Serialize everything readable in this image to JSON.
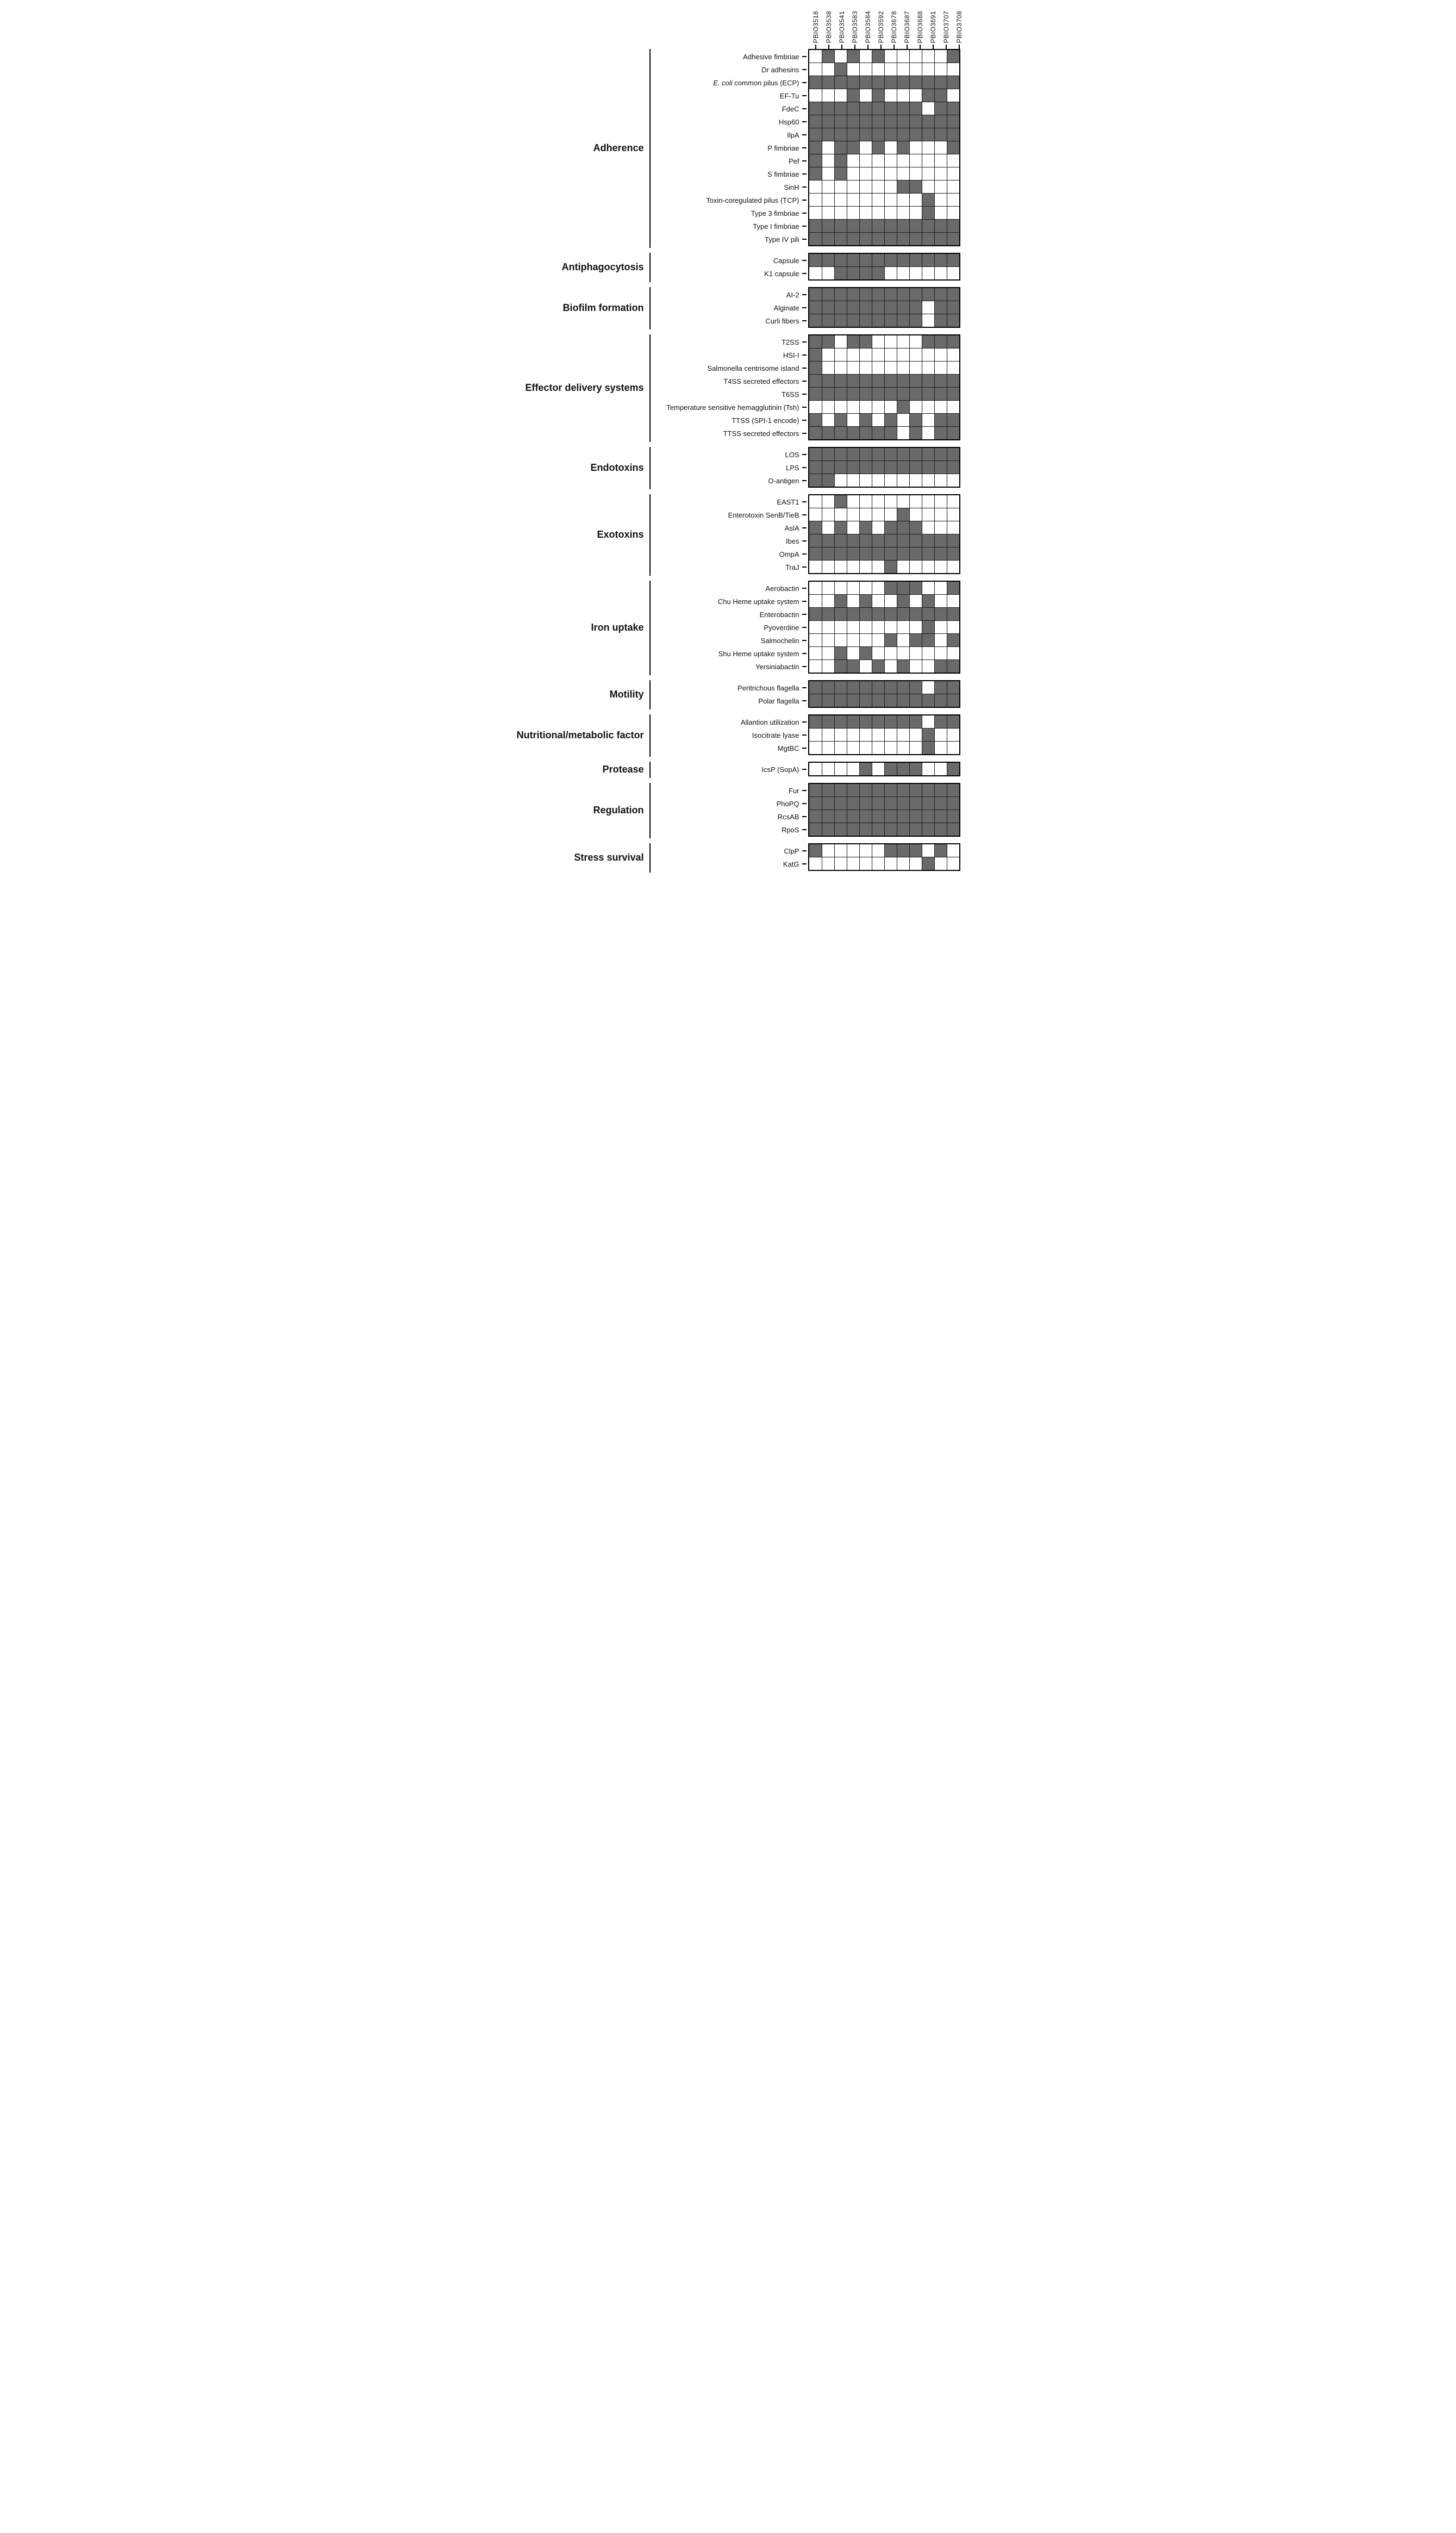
{
  "chart_data": {
    "type": "heatmap",
    "title": "",
    "legend": {
      "present_color": "#6a6a6a",
      "absent_color": "#ffffff"
    },
    "columns": [
      "PBIO3518",
      "PBIO3538",
      "PBIO3541",
      "PBIO3583",
      "PBIO3584",
      "PBIO3592",
      "PBIO3678",
      "PBIO3687",
      "PBIO3688",
      "PBIO3691",
      "PBIO3707",
      "PBIO3708"
    ],
    "categories": [
      {
        "name": "Adherence",
        "rows": [
          {
            "label": "Adhesive fimbriae",
            "values": [
              0,
              1,
              0,
              1,
              0,
              1,
              0,
              0,
              0,
              0,
              0,
              1
            ]
          },
          {
            "label": "Dr adhesins",
            "values": [
              0,
              0,
              1,
              0,
              0,
              0,
              0,
              0,
              0,
              0,
              0,
              0
            ]
          },
          {
            "label": "E. coli common pilus (ECP)",
            "italic_prefix": "E. coli",
            "values": [
              1,
              1,
              1,
              1,
              1,
              1,
              1,
              1,
              1,
              1,
              1,
              1
            ]
          },
          {
            "label": "EF-Tu",
            "values": [
              0,
              0,
              0,
              1,
              0,
              1,
              0,
              0,
              0,
              1,
              1,
              0
            ]
          },
          {
            "label": "FdeC",
            "values": [
              1,
              1,
              1,
              1,
              1,
              1,
              1,
              1,
              1,
              0,
              1,
              1
            ]
          },
          {
            "label": "Hsp60",
            "values": [
              1,
              1,
              1,
              1,
              1,
              1,
              1,
              1,
              1,
              1,
              1,
              1
            ]
          },
          {
            "label": "IlpA",
            "values": [
              1,
              1,
              1,
              1,
              1,
              1,
              1,
              1,
              1,
              1,
              1,
              1
            ]
          },
          {
            "label": "P fimbriae",
            "values": [
              1,
              0,
              1,
              1,
              0,
              1,
              0,
              1,
              0,
              0,
              0,
              1
            ]
          },
          {
            "label": "Pef",
            "values": [
              1,
              0,
              1,
              0,
              0,
              0,
              0,
              0,
              0,
              0,
              0,
              0
            ]
          },
          {
            "label": "S fimbriae",
            "values": [
              1,
              0,
              1,
              0,
              0,
              0,
              0,
              0,
              0,
              0,
              0,
              0
            ]
          },
          {
            "label": "SinH",
            "values": [
              0,
              0,
              0,
              0,
              0,
              0,
              0,
              1,
              1,
              0,
              0,
              0
            ]
          },
          {
            "label": "Toxin-coregulated pilus (TCP)",
            "values": [
              0,
              0,
              0,
              0,
              0,
              0,
              0,
              0,
              0,
              1,
              0,
              0
            ]
          },
          {
            "label": "Type 3 fimbriae",
            "values": [
              0,
              0,
              0,
              0,
              0,
              0,
              0,
              0,
              0,
              1,
              0,
              0
            ]
          },
          {
            "label": "Type I fimbriae",
            "values": [
              1,
              1,
              1,
              1,
              1,
              1,
              1,
              1,
              1,
              1,
              1,
              1
            ]
          },
          {
            "label": "Type IV pili",
            "values": [
              1,
              1,
              1,
              1,
              1,
              1,
              1,
              1,
              1,
              1,
              1,
              1
            ]
          }
        ]
      },
      {
        "name": "Antiphagocytosis",
        "rows": [
          {
            "label": "Capsule",
            "values": [
              1,
              1,
              1,
              1,
              1,
              1,
              1,
              1,
              1,
              1,
              1,
              1
            ]
          },
          {
            "label": "K1 capsule",
            "values": [
              0,
              0,
              1,
              1,
              1,
              1,
              0,
              0,
              0,
              0,
              0,
              0
            ]
          }
        ]
      },
      {
        "name": "Biofilm formation",
        "rows": [
          {
            "label": "AI-2",
            "values": [
              1,
              1,
              1,
              1,
              1,
              1,
              1,
              1,
              1,
              1,
              1,
              1
            ]
          },
          {
            "label": "Alginate",
            "values": [
              1,
              1,
              1,
              1,
              1,
              1,
              1,
              1,
              1,
              0,
              1,
              1
            ]
          },
          {
            "label": "Curli fibers",
            "values": [
              1,
              1,
              1,
              1,
              1,
              1,
              1,
              1,
              1,
              0,
              1,
              1
            ]
          }
        ]
      },
      {
        "name": "Effector delivery systems",
        "rows": [
          {
            "label": "T2SS",
            "values": [
              1,
              1,
              0,
              1,
              1,
              0,
              0,
              0,
              0,
              1,
              1,
              1
            ]
          },
          {
            "label": "HSI-I",
            "values": [
              1,
              0,
              0,
              0,
              0,
              0,
              0,
              0,
              0,
              0,
              0,
              0
            ]
          },
          {
            "label": "Salmonella centrisome island",
            "values": [
              1,
              0,
              0,
              0,
              0,
              0,
              0,
              0,
              0,
              0,
              0,
              0
            ]
          },
          {
            "label": "T4SS secreted effectors",
            "values": [
              1,
              1,
              1,
              1,
              1,
              1,
              1,
              1,
              1,
              1,
              1,
              1
            ]
          },
          {
            "label": "T6SS",
            "values": [
              1,
              1,
              1,
              1,
              1,
              1,
              1,
              1,
              1,
              1,
              1,
              1
            ]
          },
          {
            "label": "Temperature sensitive hemagglutinin (Tsh)",
            "values": [
              0,
              0,
              0,
              0,
              0,
              0,
              0,
              1,
              0,
              0,
              0,
              0
            ]
          },
          {
            "label": "TTSS (SPI-1 encode)",
            "values": [
              1,
              0,
              1,
              0,
              1,
              0,
              1,
              0,
              1,
              0,
              1,
              1
            ]
          },
          {
            "label": "TTSS secreted effectors",
            "values": [
              1,
              1,
              1,
              1,
              1,
              1,
              1,
              0,
              1,
              0,
              1,
              1
            ]
          }
        ]
      },
      {
        "name": "Endotoxins",
        "rows": [
          {
            "label": "LOS",
            "values": [
              1,
              1,
              1,
              1,
              1,
              1,
              1,
              1,
              1,
              1,
              1,
              1
            ]
          },
          {
            "label": "LPS",
            "values": [
              1,
              1,
              1,
              1,
              1,
              1,
              1,
              1,
              1,
              1,
              1,
              1
            ]
          },
          {
            "label": "O-antigen",
            "values": [
              1,
              1,
              0,
              0,
              0,
              0,
              0,
              0,
              0,
              0,
              0,
              0
            ]
          }
        ]
      },
      {
        "name": "Exotoxins",
        "rows": [
          {
            "label": "EAST1",
            "values": [
              0,
              0,
              1,
              0,
              0,
              0,
              0,
              0,
              0,
              0,
              0,
              0
            ]
          },
          {
            "label": "Enterotoxin SenB/TieB",
            "values": [
              0,
              0,
              0,
              0,
              0,
              0,
              0,
              1,
              0,
              0,
              0,
              0
            ]
          },
          {
            "label": "AslA",
            "values": [
              1,
              0,
              1,
              0,
              1,
              0,
              1,
              1,
              1,
              0,
              0,
              0
            ]
          },
          {
            "label": "Ibes",
            "values": [
              1,
              1,
              1,
              1,
              1,
              1,
              1,
              1,
              1,
              1,
              1,
              1
            ]
          },
          {
            "label": "OmpA",
            "values": [
              1,
              1,
              1,
              1,
              1,
              1,
              1,
              1,
              1,
              1,
              1,
              1
            ]
          },
          {
            "label": "TraJ",
            "values": [
              0,
              0,
              0,
              0,
              0,
              0,
              1,
              0,
              0,
              0,
              0,
              0
            ]
          }
        ]
      },
      {
        "name": "Iron uptake",
        "rows": [
          {
            "label": "Aerobactin",
            "values": [
              0,
              0,
              0,
              0,
              0,
              0,
              1,
              1,
              1,
              0,
              0,
              1
            ]
          },
          {
            "label": "Chu Heme uptake system",
            "values": [
              0,
              0,
              1,
              0,
              1,
              0,
              0,
              1,
              0,
              1,
              0,
              0
            ]
          },
          {
            "label": "Enterobactin",
            "values": [
              1,
              1,
              1,
              1,
              1,
              1,
              1,
              1,
              1,
              1,
              1,
              1
            ]
          },
          {
            "label": "Pyoverdine",
            "values": [
              0,
              0,
              0,
              0,
              0,
              0,
              0,
              0,
              0,
              1,
              0,
              0
            ]
          },
          {
            "label": "Salmochelin",
            "values": [
              0,
              0,
              0,
              0,
              0,
              0,
              1,
              0,
              1,
              1,
              0,
              1
            ]
          },
          {
            "label": "Shu Heme uptake system",
            "values": [
              0,
              0,
              1,
              0,
              1,
              0,
              0,
              0,
              0,
              0,
              0,
              0
            ]
          },
          {
            "label": "Yersiniabactin",
            "values": [
              0,
              0,
              1,
              1,
              0,
              1,
              0,
              1,
              0,
              0,
              1,
              1
            ]
          }
        ]
      },
      {
        "name": "Motility",
        "rows": [
          {
            "label": "Peritrichous flagella",
            "values": [
              1,
              1,
              1,
              1,
              1,
              1,
              1,
              1,
              1,
              0,
              1,
              1
            ]
          },
          {
            "label": "Polar flagella",
            "values": [
              1,
              1,
              1,
              1,
              1,
              1,
              1,
              1,
              1,
              1,
              1,
              1
            ]
          }
        ]
      },
      {
        "name": "Nutritional/metabolic factor",
        "rows": [
          {
            "label": "Allantion utilization",
            "values": [
              1,
              1,
              1,
              1,
              1,
              1,
              1,
              1,
              1,
              0,
              1,
              1
            ]
          },
          {
            "label": "Isocitrate lyase",
            "values": [
              0,
              0,
              0,
              0,
              0,
              0,
              0,
              0,
              0,
              1,
              0,
              0
            ]
          },
          {
            "label": "MgtBC",
            "values": [
              0,
              0,
              0,
              0,
              0,
              0,
              0,
              0,
              0,
              1,
              0,
              0
            ]
          }
        ]
      },
      {
        "name": "Protease",
        "rows": [
          {
            "label": "IcsP (SopA)",
            "values": [
              0,
              0,
              0,
              0,
              1,
              0,
              1,
              1,
              1,
              0,
              0,
              1
            ]
          }
        ]
      },
      {
        "name": "Regulation",
        "rows": [
          {
            "label": "Fur",
            "values": [
              1,
              1,
              1,
              1,
              1,
              1,
              1,
              1,
              1,
              1,
              1,
              1
            ]
          },
          {
            "label": "PhoPQ",
            "values": [
              1,
              1,
              1,
              1,
              1,
              1,
              1,
              1,
              1,
              1,
              1,
              1
            ]
          },
          {
            "label": "RcsAB",
            "values": [
              1,
              1,
              1,
              1,
              1,
              1,
              1,
              1,
              1,
              1,
              1,
              1
            ]
          },
          {
            "label": "RpoS",
            "values": [
              1,
              1,
              1,
              1,
              1,
              1,
              1,
              1,
              1,
              1,
              1,
              1
            ]
          }
        ]
      },
      {
        "name": "Stress survival",
        "rows": [
          {
            "label": "ClpP",
            "values": [
              1,
              0,
              0,
              0,
              0,
              0,
              1,
              1,
              1,
              0,
              1,
              0
            ]
          },
          {
            "label": "KatG",
            "values": [
              0,
              0,
              0,
              0,
              0,
              0,
              0,
              0,
              0,
              1,
              0,
              0
            ]
          }
        ]
      }
    ]
  }
}
